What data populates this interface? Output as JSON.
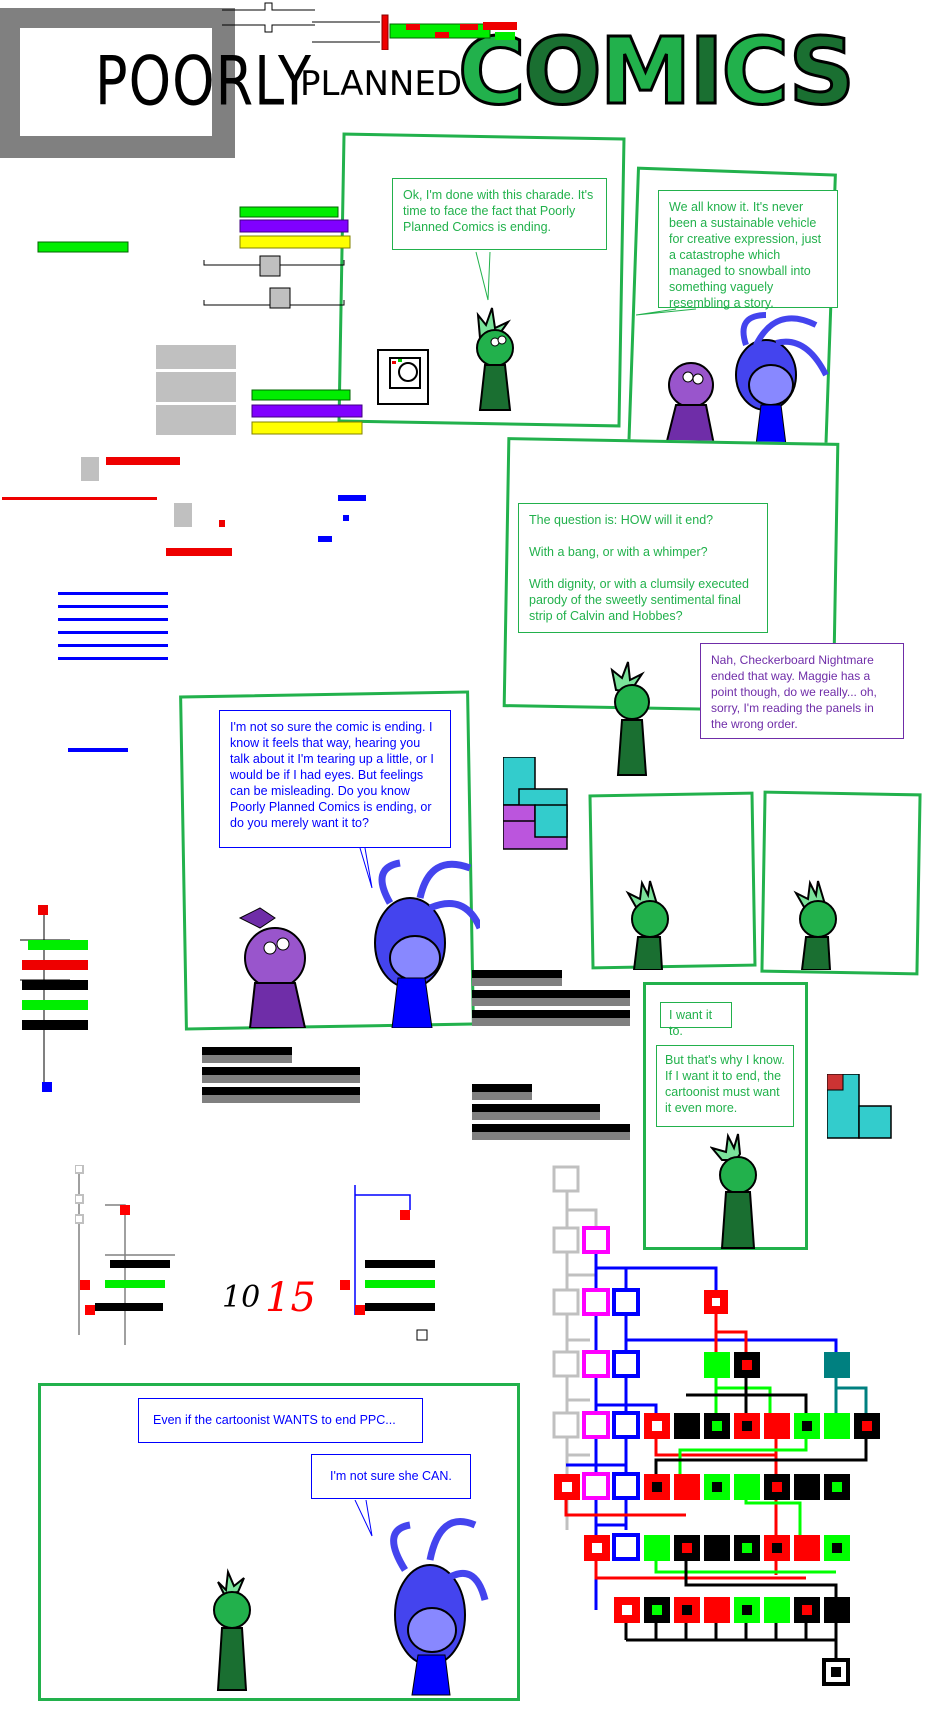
{
  "header": {
    "title_small": "POORLY",
    "title_mid": "PLANNED",
    "title_big": "COMICS",
    "title_big_letters": [
      "C",
      "O",
      "M",
      "I",
      "C",
      "S"
    ]
  },
  "colors": {
    "panel_border": "#22b14c",
    "green_text": "#22b14c",
    "blue_text": "#0000ff",
    "purple_text": "#6f2da8",
    "logo_gray": "#808080",
    "node_red": "#ff0000",
    "node_green": "#00ff00",
    "node_black": "#000000",
    "node_blue": "#0000ff",
    "node_magenta": "#ff00ff",
    "node_gray": "#c0c0c0",
    "node_teal": "#008080",
    "puzzle_cyan": "#33cccc",
    "puzzle_purple": "#bb55dd"
  },
  "panels": [
    {
      "id": 1,
      "bubbles": [
        {
          "speaker": "green-character",
          "text": "Ok, I'm done with this charade. It's time to face the fact that Poorly Planned Comics is ending."
        }
      ]
    },
    {
      "id": 2,
      "bubbles": [
        {
          "speaker": "green-character",
          "text": "We all know it. It's never been a sustainable vehicle for creative expression, just a catastrophe which managed to snowball into something vaguely resembling a story."
        }
      ]
    },
    {
      "id": 3,
      "bubbles": [
        {
          "speaker": "green-character",
          "text": "The question is: HOW will it end?\n\nWith a bang, or with a whimper?\n\nWith dignity, or with a clumsily executed parody of the sweetly sentimental final strip of Calvin and Hobbes?"
        },
        {
          "speaker": "purple-character",
          "text": "Nah, Checkerboard Nightmare ended that way. Maggie has a point though, do we really... oh, sorry, I'm reading the panels in the wrong order."
        }
      ]
    },
    {
      "id": 4,
      "bubbles": [
        {
          "speaker": "blue-character",
          "text": "I'm not so sure the comic is ending. I know it feels that way, hearing you talk about it I'm tearing up a little, or I would be if I had eyes. But feelings can be misleading. Do you know Poorly Planned Comics is ending, or do you merely want it to?"
        }
      ]
    },
    {
      "id": 5,
      "bubbles": []
    },
    {
      "id": 6,
      "bubbles": []
    },
    {
      "id": 7,
      "bubbles": [
        {
          "speaker": "green-character",
          "text": "I want it to."
        },
        {
          "speaker": "green-character",
          "text": "But that's why I know. If I want it to end, the cartoonist must want it even more."
        }
      ]
    },
    {
      "id": 8,
      "bubbles": [
        {
          "speaker": "blue-character",
          "text": "Even if the cartoonist WANTS to end PPC..."
        },
        {
          "speaker": "blue-character",
          "text": "I'm not sure she CAN."
        }
      ]
    }
  ],
  "margin_notes": {
    "handwritten_number_black": "10",
    "handwritten_number_red": "15"
  }
}
